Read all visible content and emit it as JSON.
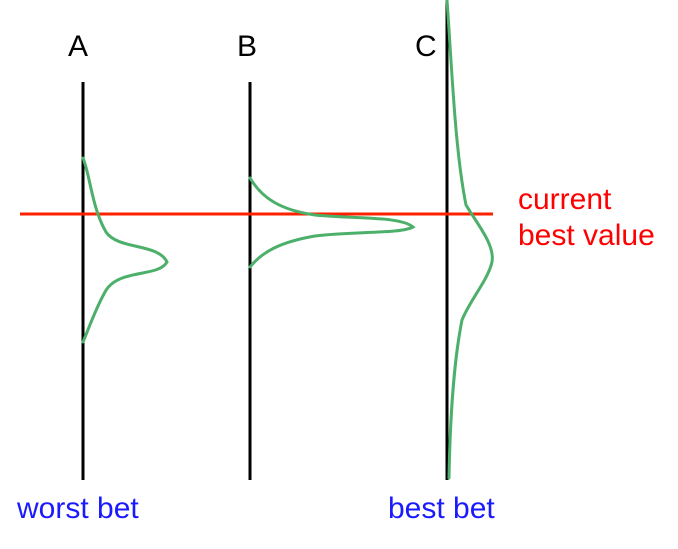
{
  "columns": [
    {
      "label": "A"
    },
    {
      "label": "B"
    },
    {
      "label": "C"
    }
  ],
  "threshold_label": {
    "line1": "current",
    "line2": "best value"
  },
  "annotations": {
    "worst": "worst bet",
    "best": "best bet"
  },
  "colors": {
    "axis": "#000000",
    "curve": "#4caf6a",
    "threshold": "#ff2200",
    "threshold_text": "#ff0000",
    "annotation": "#1a1aff"
  }
}
